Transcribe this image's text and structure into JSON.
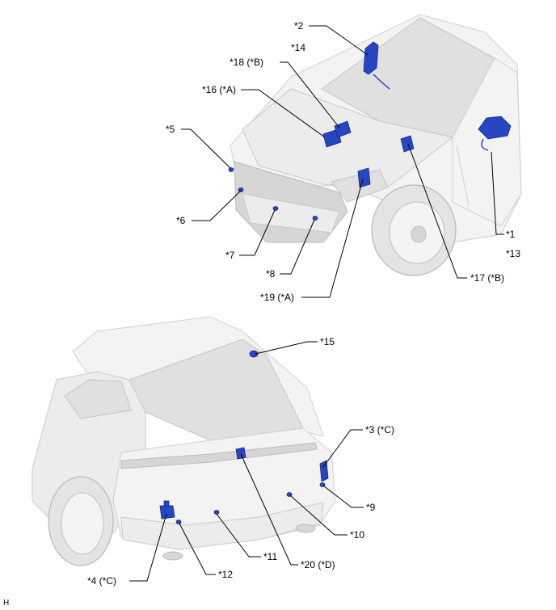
{
  "colors": {
    "part_blue": "#2646c4",
    "part_blue_dark": "#16288a",
    "vehicle_gray": "#ececec"
  },
  "callouts": {
    "c1": "*1",
    "c2": "*2",
    "c3": "*3 (*C)",
    "c4": "*4 (*C)",
    "c5": "*5",
    "c6": "*6",
    "c7": "*7",
    "c8": "*8",
    "c9": "*9",
    "c10": "*10",
    "c11": "*11",
    "c12": "*12",
    "c13": "*13",
    "c14": "*14",
    "c15": "*15",
    "c16": "*16 (*A)",
    "c17": "*17 (*B)",
    "c18": "*18 (*B)",
    "c19": "*19 (*A)",
    "c20": "*20 (*D)"
  },
  "corner_mark": "H"
}
